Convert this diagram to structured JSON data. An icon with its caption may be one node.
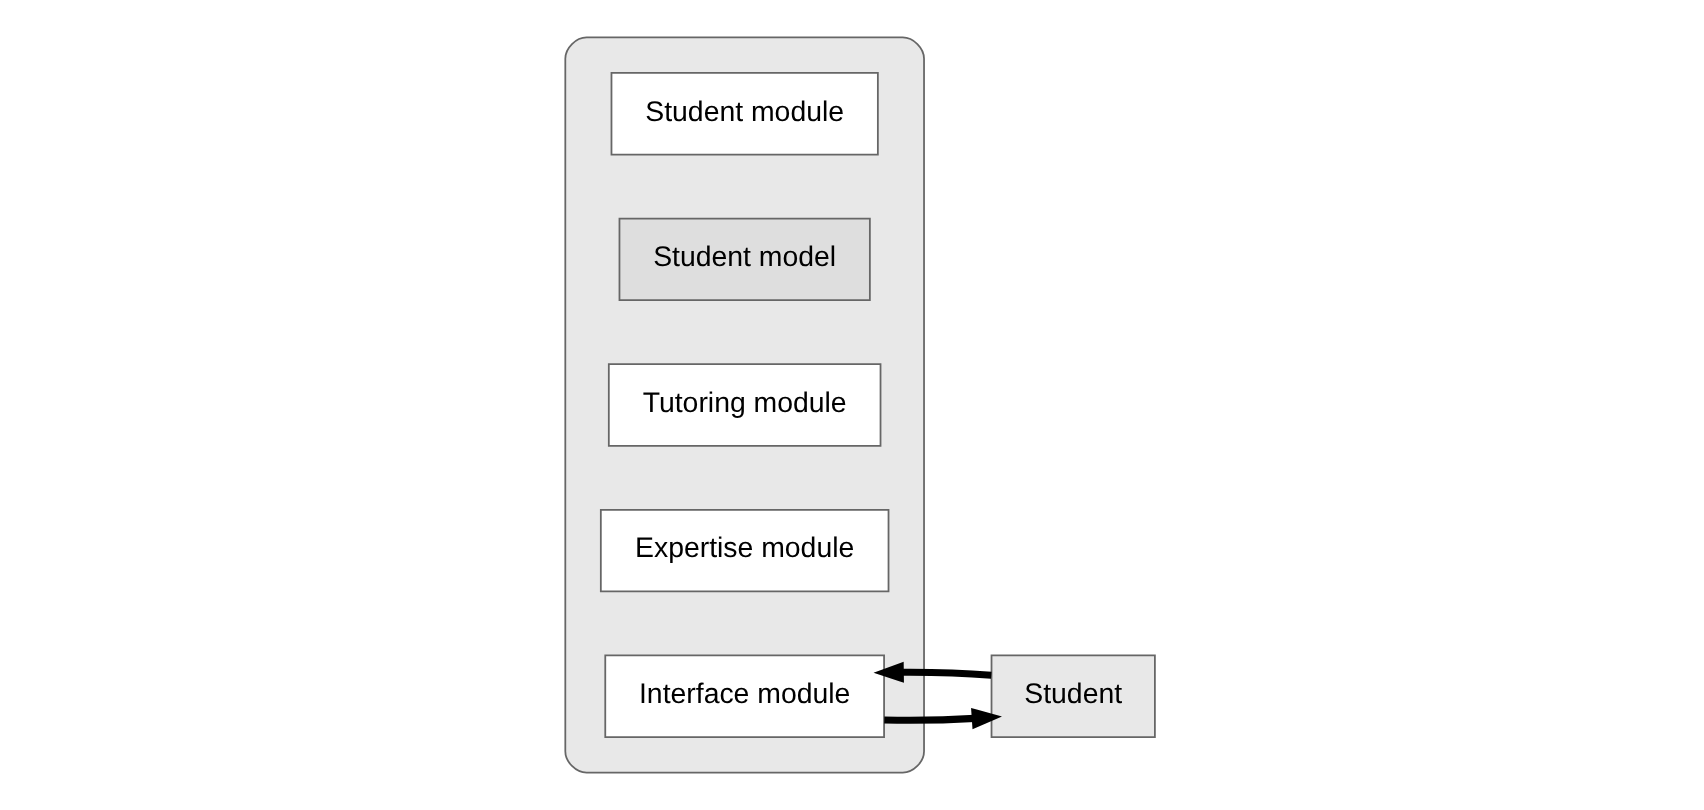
{
  "diagram": {
    "nodes": [
      {
        "text": [],
        "shape": "box"
      },
      {
        "text": [
          "Student module"
        ],
        "in": 0
      },
      {
        "text": [
          "Student model"
        ],
        "in": 0
      },
      {
        "text": [
          "Tutoring module"
        ],
        "in": 0
      },
      {
        "text": [
          "Expertise module"
        ],
        "in": 0
      },
      {
        "text": [
          "Interface module"
        ],
        "in": 0
      },
      {
        "text": [
          "Student"
        ]
      }
    ],
    "edges": [
      {
        "from": 5,
        "to": 6,
        "arrow": "to"
      },
      {
        "from": 6,
        "to": 5,
        "arrow": "to"
      }
    ]
  }
}
